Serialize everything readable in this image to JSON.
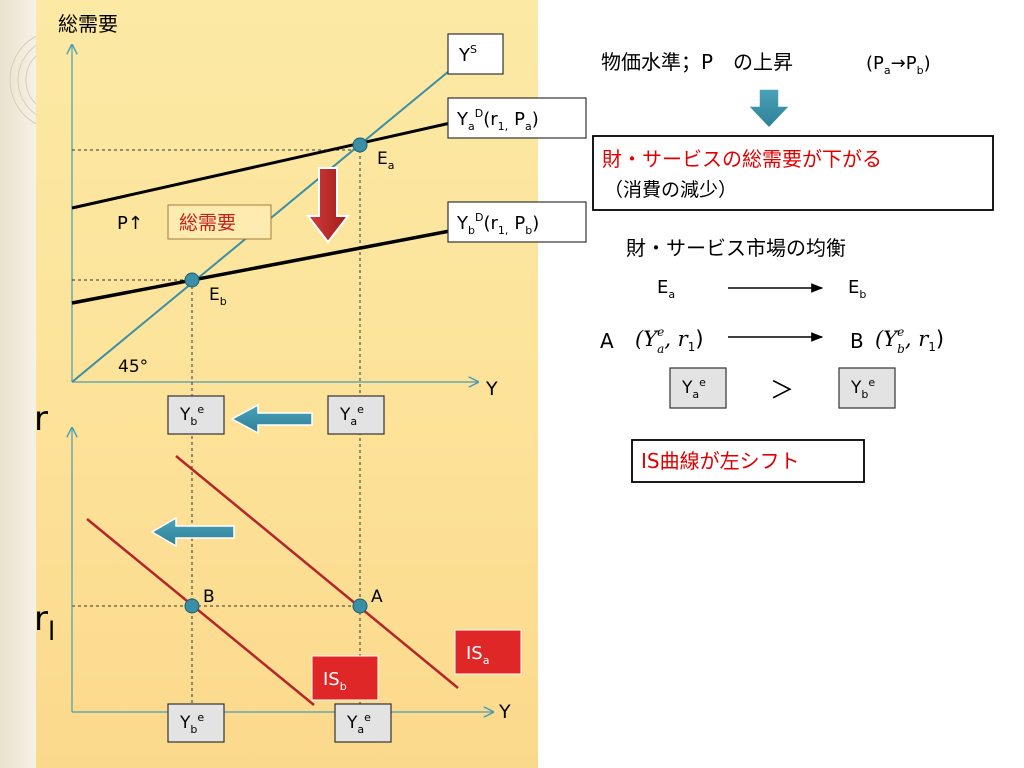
{
  "upper_graph": {
    "y_axis_label": "総需要",
    "x_axis_label": "Y",
    "angle_label": "45°",
    "p_up_label": "P↑",
    "aggregate_demand_box": "総需要",
    "supply_curve": {
      "main": "Y",
      "sup": "S"
    },
    "demand_a": {
      "main": "Y",
      "sub": "a",
      "sup": "D",
      "args": "(r",
      "arg_sub": "1,",
      "p": "P",
      "p_sub": "a",
      "close": ")"
    },
    "demand_b": {
      "main": "Y",
      "sub": "b",
      "sup": "D",
      "args": "(r",
      "arg_sub": "1,",
      "p": "P",
      "p_sub": "b",
      "close": ")"
    },
    "point_ea": {
      "main": "E",
      "sub": "a"
    },
    "point_eb": {
      "main": "E",
      "sub": "b"
    }
  },
  "middle_labels": {
    "yb": {
      "main": "Y",
      "sub": "b",
      "sup": "e"
    },
    "ya": {
      "main": "Y",
      "sub": "a",
      "sup": "e"
    }
  },
  "lower_graph": {
    "r_label": "r",
    "r1": {
      "main": "r",
      "sub": "l"
    },
    "x_axis_label": "Y",
    "point_a": "A",
    "point_b": "B",
    "is_a": {
      "main": "IS",
      "sub": "a"
    },
    "is_b": {
      "main": "IS",
      "sub": "b"
    },
    "bottom_yb": {
      "main": "Y",
      "sub": "b",
      "sup": "e"
    },
    "bottom_ya": {
      "main": "Y",
      "sub": "a",
      "sup": "e"
    }
  },
  "right_panel": {
    "title": "物価水準；P　の上昇",
    "title_paren": {
      "open": "(P",
      "sub1": "a",
      "arrow": "→P",
      "sub2": "b",
      "close": ")"
    },
    "result_line1": "財・サービスの総需要が下がる",
    "result_line2": "（消費の減少）",
    "equilibrium_title": "財・サービス市場の均衡",
    "ea": {
      "main": "E",
      "sub": "a"
    },
    "eb": {
      "main": "E",
      "sub": "b"
    },
    "a_label": "A",
    "b_label": "B",
    "formula_a": {
      "open": "(Y",
      "sup": "e",
      "sub": "a",
      "comma": ", r",
      "r_sub": "1",
      "close": ")"
    },
    "formula_b": {
      "open": "(Y",
      "sup": "e",
      "sub": "b",
      "comma": ", r",
      "r_sub": "1",
      "close": ")"
    },
    "ya_box": {
      "main": "Y",
      "sub": "a",
      "sup": "e"
    },
    "gt": "＞",
    "yb_box": {
      "main": "Y",
      "sub": "b",
      "sup": "e"
    },
    "is_shift": "IS曲線が左シフト"
  },
  "colors": {
    "panel": "#fce7a0",
    "teal": "#3a8fa6",
    "red": "#b5262a",
    "red_text": "#e00000"
  }
}
